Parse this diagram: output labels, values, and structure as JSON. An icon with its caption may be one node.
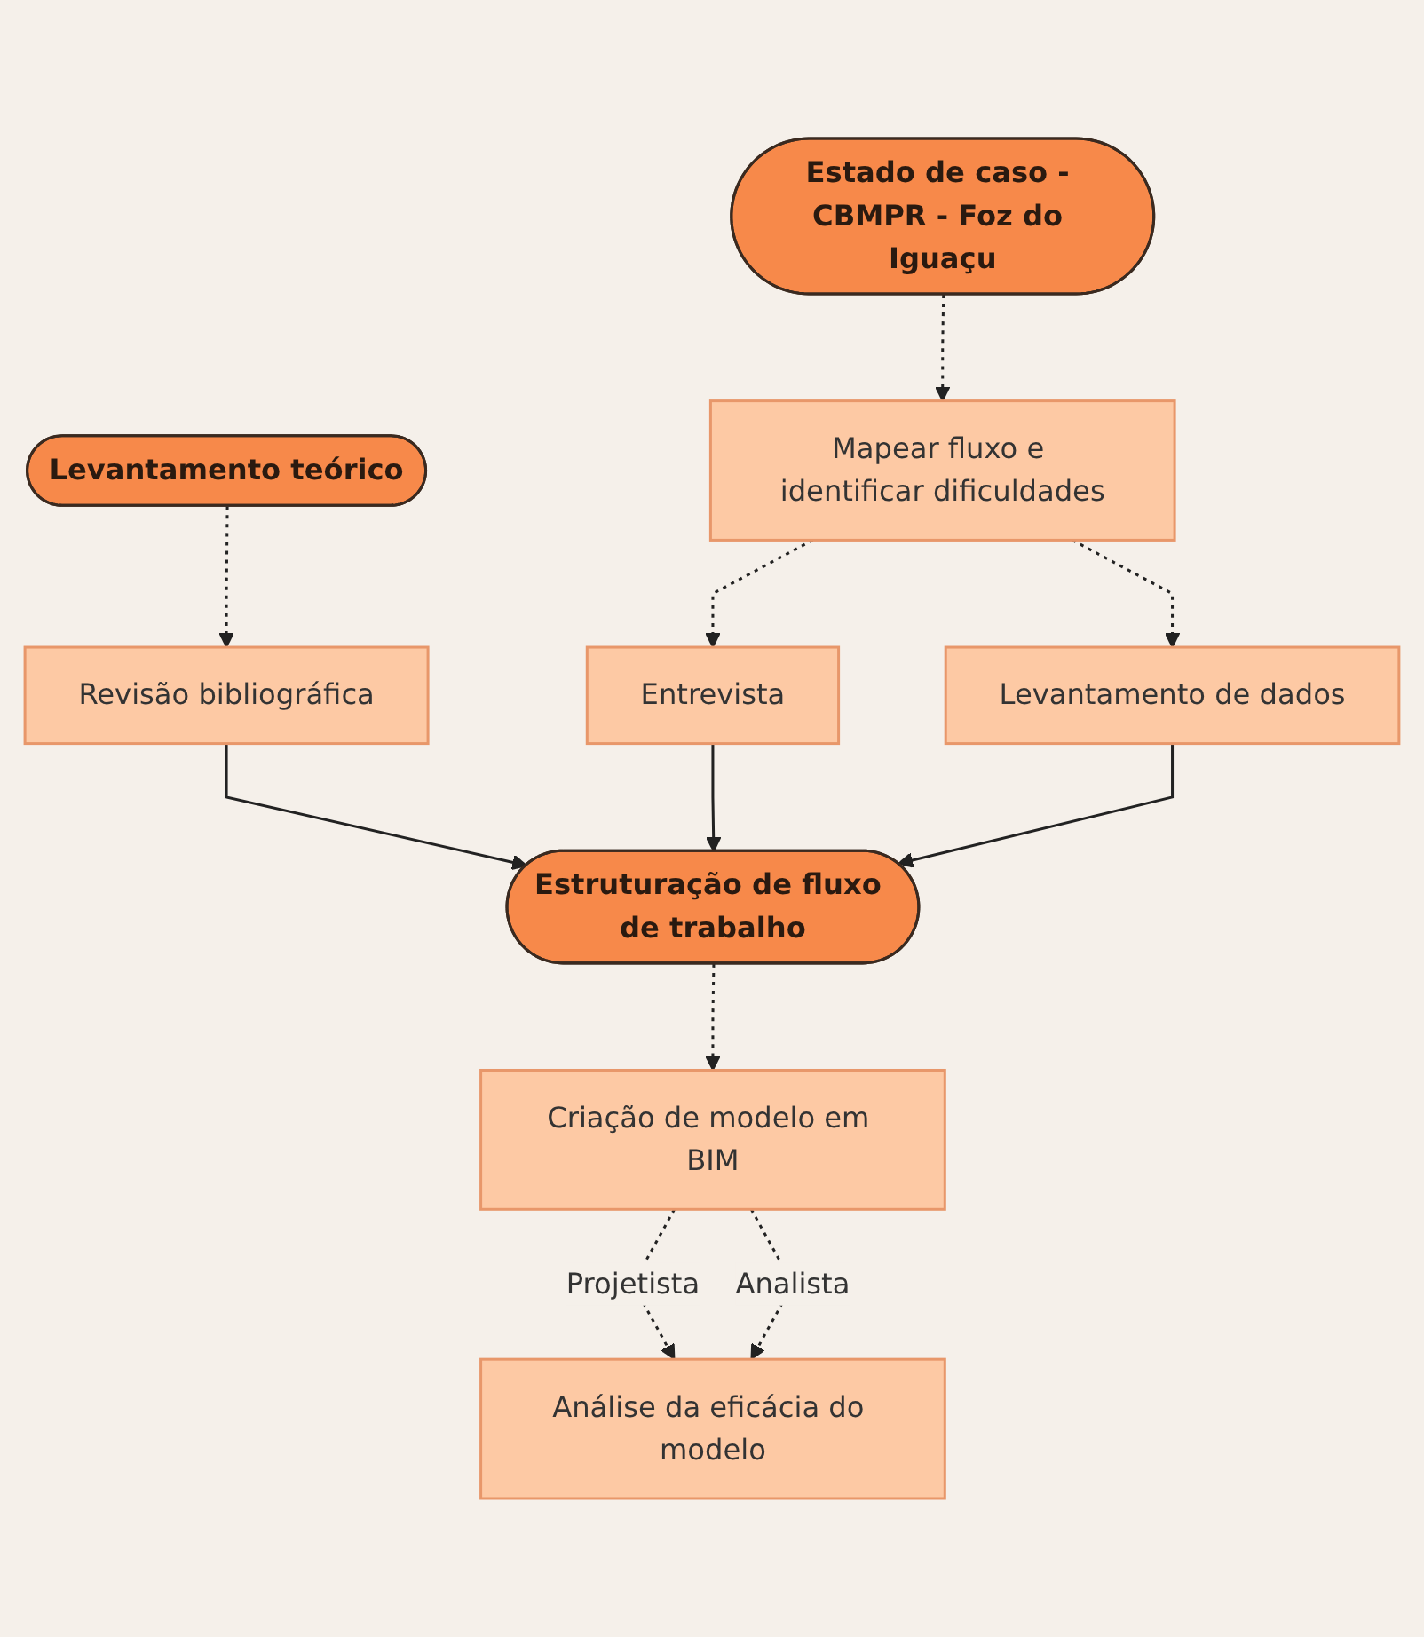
{
  "diagram": {
    "nodes": [
      {
        "text": [
          "Levantamento teórico"
        ]
      },
      {
        "text": [
          "Estado de caso - CBMPR - Foz do Iguaçu"
        ]
      },
      {
        "text": [
          "Revisão bibliográfica"
        ]
      },
      {
        "text": [
          "Mapear fluxo e identificar dificuldades"
        ]
      },
      {
        "text": [
          "Entrevista"
        ]
      },
      {
        "text": [
          "Levantamento de dados"
        ]
      },
      {
        "text": [
          "Estruturação de fluxo de trabalho"
        ]
      },
      {
        "text": [
          "Criação de modelo em BIM"
        ]
      },
      {
        "text": [
          "Análise da eficácia do modelo"
        ]
      }
    ],
    "edges": [
      {
        "from": 0,
        "to": 2,
        "arrow": "to",
        "style": "dashed"
      },
      {
        "from": 1,
        "to": 3,
        "arrow": "to",
        "style": "dashed"
      },
      {
        "from": 3,
        "to": 4,
        "arrow": "to",
        "style": "dashed"
      },
      {
        "from": 3,
        "to": 5,
        "arrow": "to",
        "style": "dashed"
      },
      {
        "from": 2,
        "to": 6,
        "arrow": "to"
      },
      {
        "from": 4,
        "to": 6,
        "arrow": "to"
      },
      {
        "from": 5,
        "to": 6,
        "arrow": "to"
      },
      {
        "from": 6,
        "to": 7,
        "arrow": "to",
        "style": "dashed"
      },
      {
        "from": 7,
        "to": 8,
        "label": "Projetista",
        "arrow": "to",
        "style": "dashed"
      },
      {
        "from": 7,
        "to": 8,
        "label": "Analista",
        "arrow": "to",
        "style": "dashed"
      }
    ]
  }
}
